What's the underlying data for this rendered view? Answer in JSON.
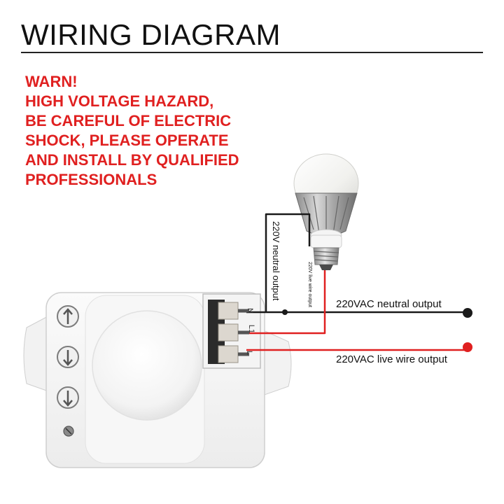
{
  "title": "WIRING DIAGRAM",
  "warning": {
    "lines": [
      "WARN!",
      "HIGH VOLTAGE HAZARD,",
      "BE CAREFUL OF ELECTRIC",
      "SHOCK, PLEASE OPERATE",
      "AND INSTALL BY QUALIFIED",
      "PROFESSIONALS"
    ],
    "color": "#e02020"
  },
  "labels": {
    "neutral_output": "220VAC neutral output",
    "live_output": "220VAC live wire output",
    "vertical_neutral": "220V neutral output",
    "vertical_live": "220V live wire output"
  },
  "terminals": [
    "N",
    "L1",
    "L"
  ],
  "wire_colors": {
    "neutral": "#1a1a1a",
    "live": "#e02020"
  },
  "icons": [
    "arrow-up-knob-icon",
    "arrow-down-knob-icon",
    "arrow-down-knob-icon",
    "screw-icon"
  ]
}
